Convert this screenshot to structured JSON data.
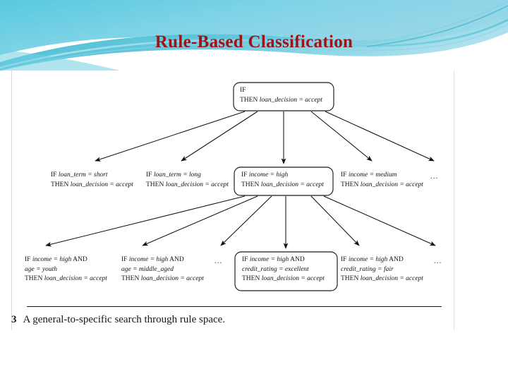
{
  "slide": {
    "title": "Rule-Based Classification",
    "title_color": "#9e1317",
    "background": "#ffffff"
  },
  "header": {
    "band_colors": [
      "#5bc6dd",
      "#29b4cd",
      "#8fd9e8",
      "#2aa7bd",
      "#bfe9f2"
    ],
    "decoration": "wave-ribbon"
  },
  "figure": {
    "caption_number": "3",
    "caption_text": "A general-to-specific search through rule space.",
    "nodes": {
      "root": {
        "line1_kw": "IF",
        "line1_cond": "",
        "line2_kw": "THEN",
        "line2_val": "loan_decision = accept",
        "boxed": true
      },
      "level2": [
        {
          "line1_kw": "IF",
          "line1_cond": "loan_term = short",
          "line2_kw": "THEN",
          "line2_val": "loan_decision = accept",
          "boxed": false
        },
        {
          "line1_kw": "IF",
          "line1_cond": "loan_term = long",
          "line2_kw": "THEN",
          "line2_val": "loan_decision = accept",
          "boxed": false
        },
        {
          "line1_kw": "IF",
          "line1_cond": "income = high",
          "line2_kw": "THEN",
          "line2_val": "loan_decision = accept",
          "boxed": true
        },
        {
          "line1_kw": "IF",
          "line1_cond": "income = medium",
          "line2_kw": "THEN",
          "line2_val": "loan_decision = accept",
          "boxed": false
        }
      ],
      "level2_ellipsis": "...",
      "level3": [
        {
          "line1_kw": "IF",
          "line1_cond": "income = high",
          "line1_and": "AND",
          "line2_cond": "age = youth",
          "line3_kw": "THEN",
          "line3_val": "loan_decision = accept",
          "boxed": false
        },
        {
          "line1_kw": "IF",
          "line1_cond": "income = high",
          "line1_and": "AND",
          "line2_cond": "age = middle_aged",
          "line3_kw": "THEN",
          "line3_val": "loan_decision = accept",
          "boxed": false
        },
        {
          "line1_kw": "IF",
          "line1_cond": "income = high",
          "line1_and": "AND",
          "line2_cond": "credit_rating = excellent",
          "line3_kw": "THEN",
          "line3_val": "loan_decision = accept",
          "boxed": true
        },
        {
          "line1_kw": "IF",
          "line1_cond": "income = high",
          "line1_and": "AND",
          "line2_cond": "credit_rating = fair",
          "line3_kw": "THEN",
          "line3_val": "loan_decision = accept",
          "boxed": false
        }
      ],
      "level3_ellipsis_mid": "...",
      "level3_ellipsis_right": "..."
    }
  }
}
